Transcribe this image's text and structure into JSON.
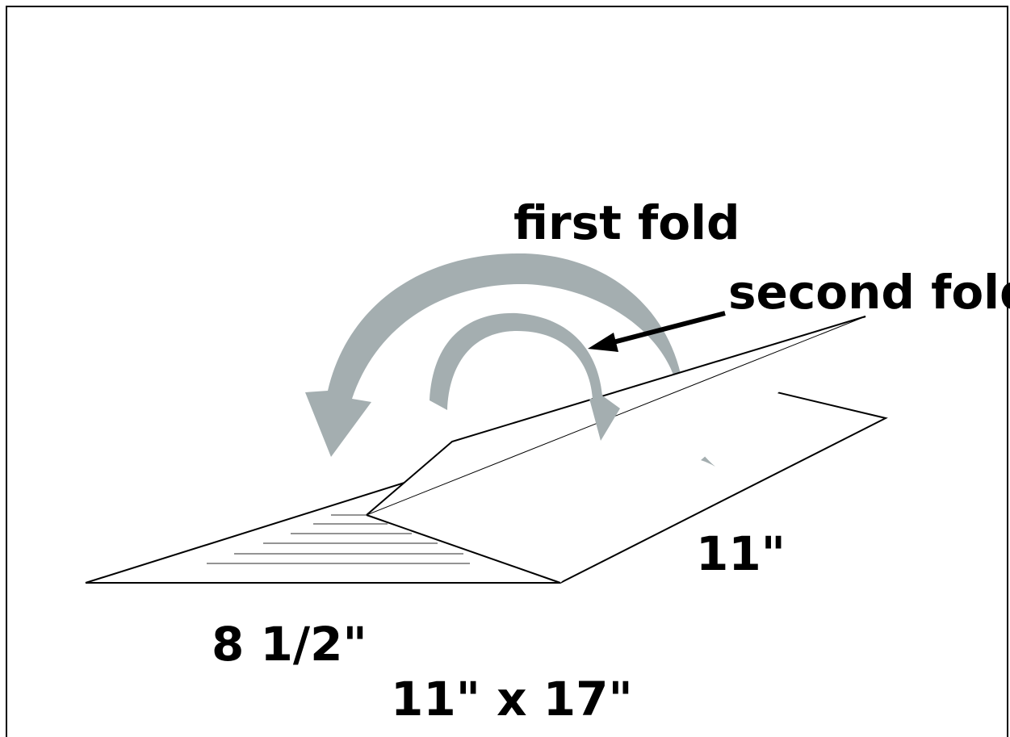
{
  "diagram": {
    "labels": {
      "first_fold": "first fold",
      "second_fold": "second fold",
      "side_11": "11\"",
      "side_8_5": "8 1/2\"",
      "sheet_size": "11\" x 17\""
    },
    "colors": {
      "arrow_fill": "#a4aeb0",
      "line": "#000000",
      "background": "#ffffff"
    }
  }
}
